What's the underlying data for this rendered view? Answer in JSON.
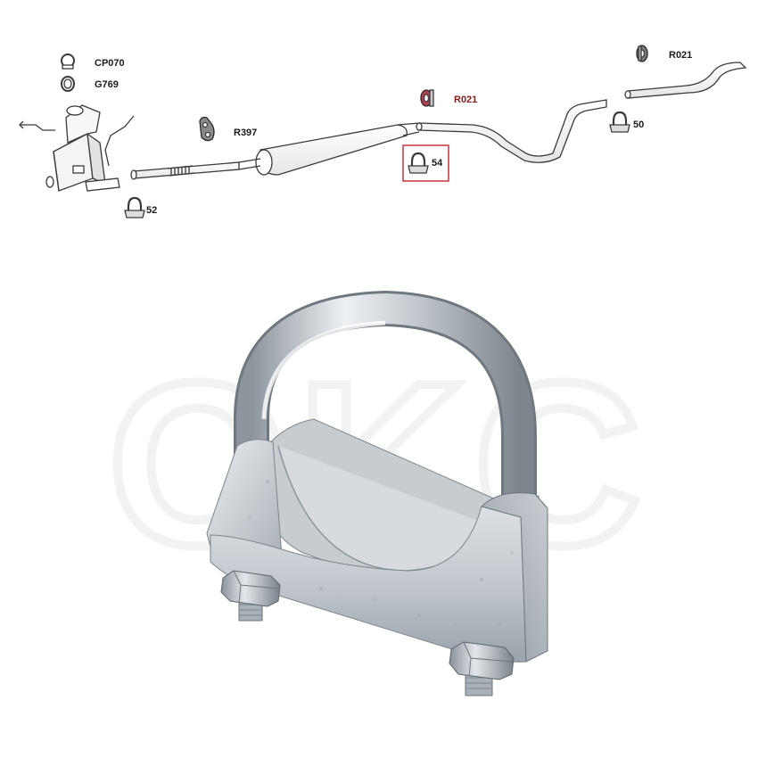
{
  "diagram": {
    "parts": [
      {
        "id": "cp070",
        "label": "CP070",
        "highlight": false
      },
      {
        "id": "g769",
        "label": "G769",
        "highlight": false
      },
      {
        "id": "r397",
        "label": "R397",
        "highlight": false
      },
      {
        "id": "r021a",
        "label": "R021",
        "highlight": true
      },
      {
        "id": "r021b",
        "label": "R021",
        "highlight": false
      },
      {
        "id": "c52",
        "label": "52",
        "highlight": false
      },
      {
        "id": "c54",
        "label": "54",
        "highlight": false,
        "selected": true
      },
      {
        "id": "c50",
        "label": "50",
        "highlight": false
      }
    ]
  },
  "product": {
    "name": "U-bolt exhaust clamp",
    "watermark": "OKC"
  },
  "colors": {
    "line": "#3a3a3a",
    "highlight_label": "#8a1a1a",
    "selected_box": "#c0282d",
    "metal_light": "#e6eaee",
    "metal_mid": "#b9c0c8",
    "metal_dark": "#7d858d"
  }
}
